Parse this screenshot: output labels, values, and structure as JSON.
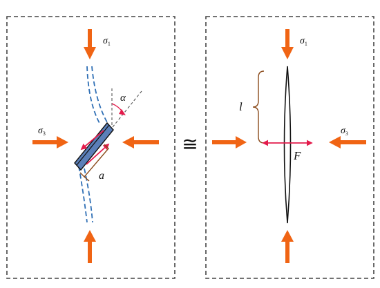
{
  "labels": {
    "sigma1": "σ",
    "sigma1_sub": "1",
    "sigma3": "σ",
    "sigma3_sub": "3",
    "alpha": "α",
    "a": "a",
    "l": "l",
    "F": "F",
    "approx": "≅"
  },
  "colors": {
    "load_arrow": "#F06414",
    "crack_fill": "#5B7FB8",
    "wing_crack": "#2F6FB5",
    "shear_arrow": "#E31B4B",
    "bracket": "#8A4A1A",
    "frame": "#444444",
    "line": "#111111"
  }
}
